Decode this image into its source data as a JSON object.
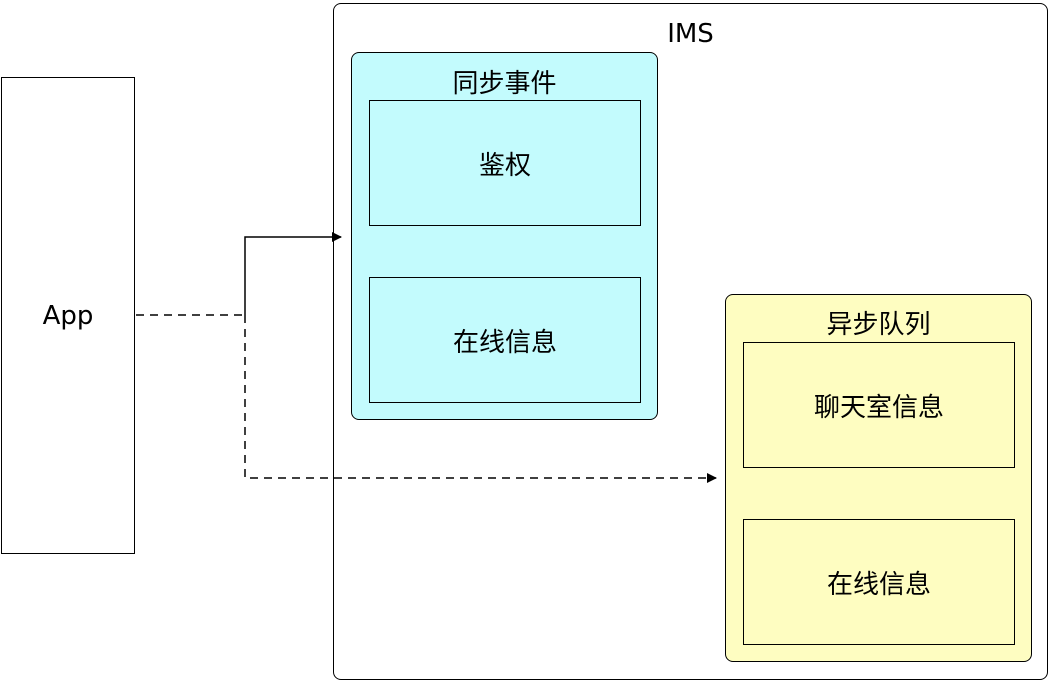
{
  "nodes": {
    "app": "App",
    "ims": "IMS",
    "sync_group": {
      "title": "同步事件",
      "items": [
        "鉴权",
        "在线信息"
      ]
    },
    "async_group": {
      "title": "异步队列",
      "items": [
        "聊天室信息",
        "在线信息"
      ]
    }
  },
  "colors": {
    "sync_fill": "#c3fbfd",
    "async_fill": "#fefdc1",
    "stroke": "#000000"
  },
  "edges": [
    {
      "from": "App",
      "to": "同步事件",
      "style": "solid"
    },
    {
      "from": "App",
      "to": "异步队列",
      "style": "dashed"
    }
  ]
}
